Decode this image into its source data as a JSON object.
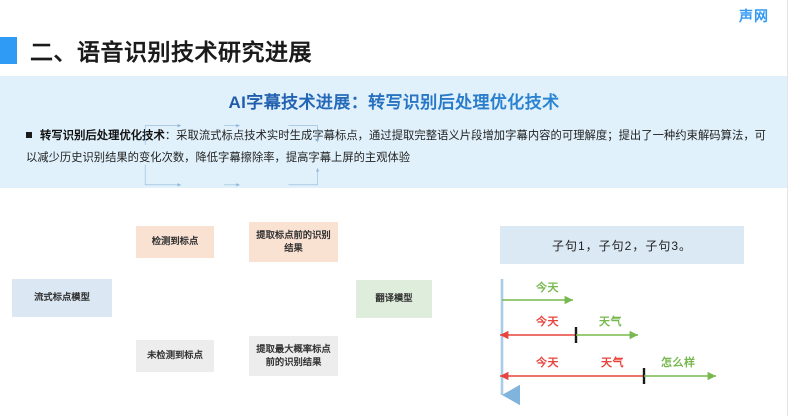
{
  "brand": {
    "logo_text": "声网"
  },
  "section": {
    "title": "二、语音识别技术研究进展"
  },
  "banner": {
    "heading": "AI字幕技术进展：转写识别后处理优化技术",
    "bullet_term": "转写识别后处理优化技术",
    "bullet_body": "：采取流式标点技术实时生成字幕标点，通过提取完整语义片段增加字幕内容的可理解度；提出了一种约束解码算法，可以减少历史识别结果的变化次数，降低字幕擦除率，提高字幕上屏的主观体验"
  },
  "flowchart": {
    "nodes": {
      "source": "流式标点模型",
      "detected": "检测到标点",
      "extract_before": "提取标点前的识别结果",
      "not_detected": "未检测到标点",
      "extract_max_prob": "提取最大概率标点前的识别结果",
      "translation": "翻译模型"
    },
    "colors": {
      "source_fill": "#dbe8f4",
      "detected_fill": "#fae2d3",
      "not_detected_fill": "#ededed",
      "translation_fill": "#dfeedc",
      "connector": "#8fb6d8"
    }
  },
  "timeline": {
    "header": "子句1，子句2，子句3。",
    "rows": [
      {
        "segments": [
          {
            "text": "今天",
            "color": "green",
            "direction": "right"
          }
        ]
      },
      {
        "segments": [
          {
            "text": "今天",
            "color": "red",
            "direction": "left"
          },
          {
            "text": "天气",
            "color": "green",
            "direction": "right"
          }
        ]
      },
      {
        "segments": [
          {
            "text": "今天",
            "color": "red",
            "direction": "left"
          },
          {
            "text": "天气",
            "color": "red",
            "direction": "left"
          },
          {
            "text": "怎么样",
            "color": "green",
            "direction": "right"
          }
        ]
      }
    ],
    "colors": {
      "green": "#77b84f",
      "red": "#e8433c",
      "axis": "#a8cbe6",
      "tick": "#1a1a1a",
      "header_fill": "#dbe9f4"
    }
  }
}
